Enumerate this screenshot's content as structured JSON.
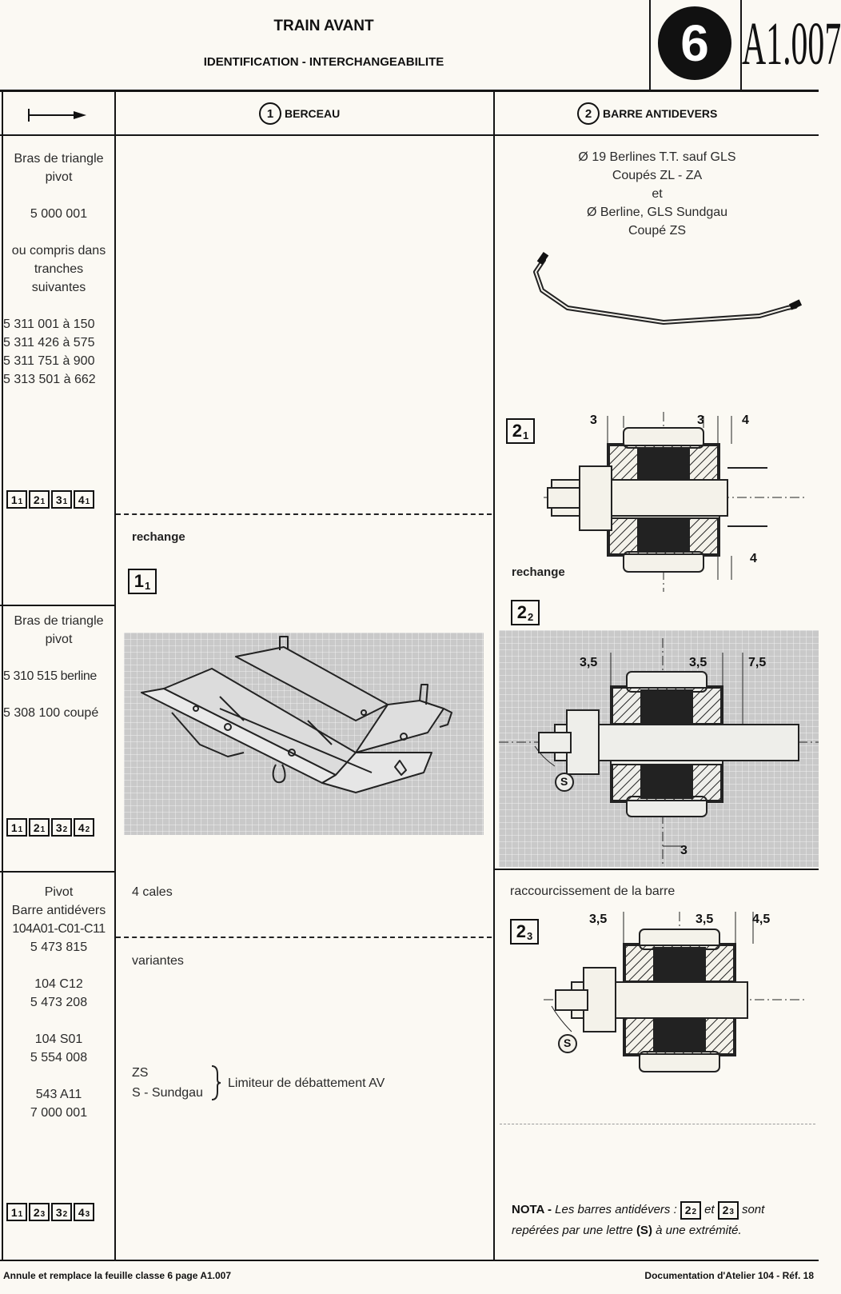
{
  "header": {
    "title": "TRAIN AVANT",
    "subtitle": "IDENTIFICATION - INTERCHANGEABILITE",
    "class_number": "6",
    "page_code": "A1.007"
  },
  "columns": {
    "col1_num": "1",
    "col1_label": "BERCEAU",
    "col2_num": "2",
    "col2_label": "BARRE ANTIDEVERS"
  },
  "rows": [
    {
      "lines": [
        "Bras de triangle",
        "pivot",
        "",
        "5 000 001",
        "",
        "ou compris dans",
        "tranches",
        "suivantes",
        "",
        "5 311 001 à 150",
        "5 311 426 à 575",
        "5 311 751 à 900",
        "5 313 501 à 662"
      ],
      "refs": [
        {
          "n": "1",
          "s": "1"
        },
        {
          "n": "2",
          "s": "1"
        },
        {
          "n": "3",
          "s": "1"
        },
        {
          "n": "4",
          "s": "1"
        }
      ]
    },
    {
      "lines": [
        "Bras de triangle",
        "pivot",
        "",
        "5 310 515 berline",
        "",
        "5 308 100 coupé"
      ],
      "refs": [
        {
          "n": "1",
          "s": "1"
        },
        {
          "n": "2",
          "s": "1"
        },
        {
          "n": "3",
          "s": "2"
        },
        {
          "n": "4",
          "s": "2"
        }
      ]
    },
    {
      "lines": [
        "Pivot",
        "Barre antidévers",
        "104A01-C01-C11",
        "5 473 815",
        "",
        "104 C12",
        "5 473 208",
        "",
        "104 S01",
        "5 554 008",
        "",
        "543 A11",
        "7 000 001"
      ],
      "refs": [
        {
          "n": "1",
          "s": "1"
        },
        {
          "n": "2",
          "s": "3"
        },
        {
          "n": "3",
          "s": "2"
        },
        {
          "n": "4",
          "s": "3"
        }
      ]
    }
  ],
  "berceau": {
    "rechange": "rechange",
    "badge_main": "1",
    "badge_sub": "1",
    "cales": "4 cales",
    "variantes": "variantes",
    "zs": "ZS",
    "sundgau": "S - Sundgau",
    "limiteur": "Limiteur de débattement AV"
  },
  "barre": {
    "desc": [
      "Ø 19 Berlines T.T. sauf GLS",
      "Coupés ZL - ZA",
      "et",
      "Ø Berline, GLS Sundgau",
      "Coupé ZS"
    ],
    "rechange": "rechange",
    "raccourcissement": "raccourcissement de la barre",
    "badge21": {
      "n": "2",
      "s": "1"
    },
    "badge22": {
      "n": "2",
      "s": "2"
    },
    "badge23": {
      "n": "2",
      "s": "3"
    },
    "dims21": {
      "a": "3",
      "b": "3",
      "c": "4",
      "d": "4"
    },
    "dims22": {
      "a": "3,5",
      "b": "3,5",
      "c": "7,5",
      "d": "3"
    },
    "dims23": {
      "a": "3,5",
      "b": "3,5",
      "c": "4,5"
    },
    "s_mark": "S",
    "nota_label": "NOTA -",
    "nota_text1": "Les barres antidévers :",
    "nota_ref1": {
      "n": "2",
      "s": "2"
    },
    "nota_et": "et",
    "nota_ref2": {
      "n": "2",
      "s": "3"
    },
    "nota_text2": "sont",
    "nota_text3": "repérées par une lettre",
    "nota_s": "(S)",
    "nota_text4": "à une extrémité."
  },
  "footer": {
    "left": "Annule et remplace la feuille classe 6 page A1.007",
    "right": "Documentation d'Atelier 104 - Réf. 18"
  }
}
